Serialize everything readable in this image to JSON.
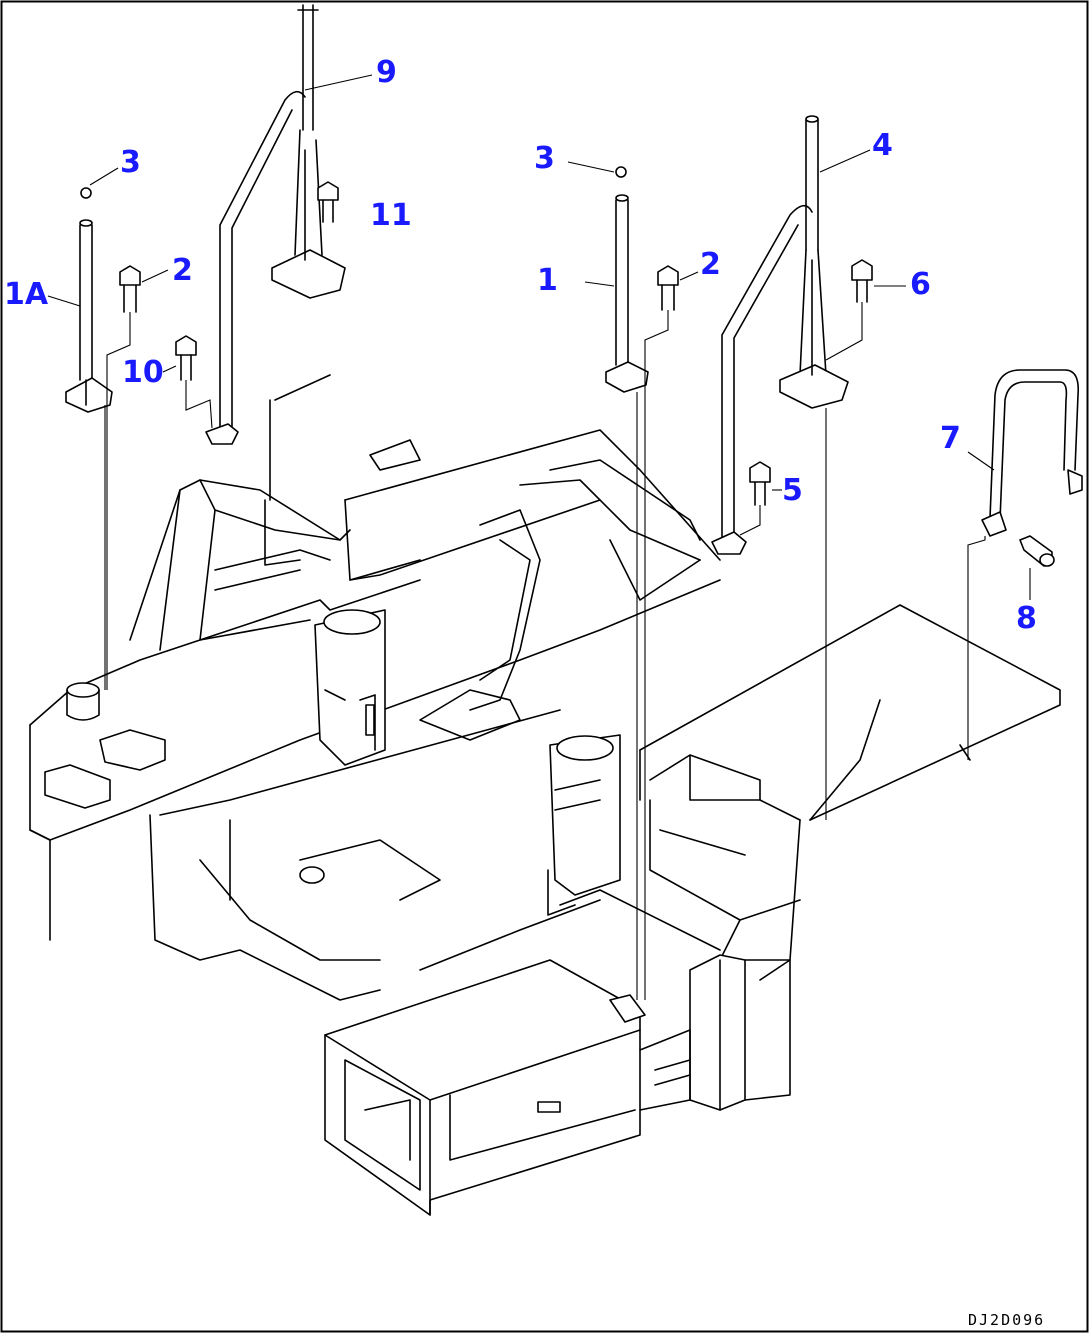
{
  "callouts": {
    "c_1A": "1A",
    "c_2_left": "2",
    "c_3_left": "3",
    "c_9": "9",
    "c_10": "10",
    "c_11": "11",
    "c_3_right": "3",
    "c_1": "1",
    "c_2_right": "2",
    "c_4": "4",
    "c_6": "6",
    "c_5": "5",
    "c_7": "7",
    "c_8": "8"
  },
  "drawing_code": "DJ2D096",
  "colors": {
    "callout": "#1a1aff",
    "line": "#000000",
    "background": "#ffffff"
  }
}
